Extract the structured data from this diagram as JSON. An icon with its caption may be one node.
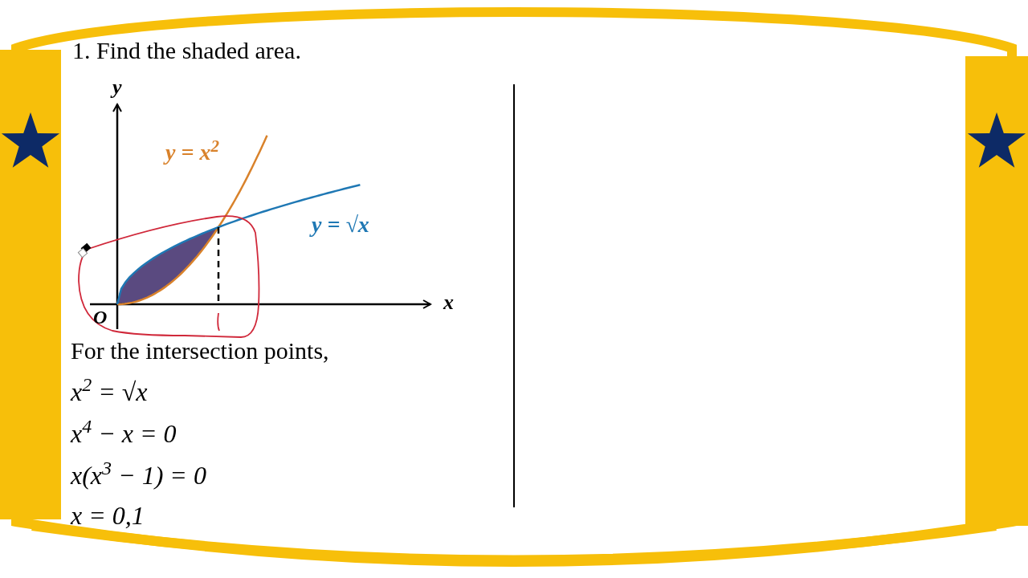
{
  "diagram": {
    "title": "1. Find the shaded area.",
    "labels": [
      "y",
      "y = x$^{2}$",
      "y = √x",
      "x",
      "O",
      "For the intersection points,",
      "x$^{2}$ = √x",
      "x$^{4}$ − x = 0",
      "x(x$^{3}$ − 1) = 0",
      "x = 0,1"
    ]
  }
}
